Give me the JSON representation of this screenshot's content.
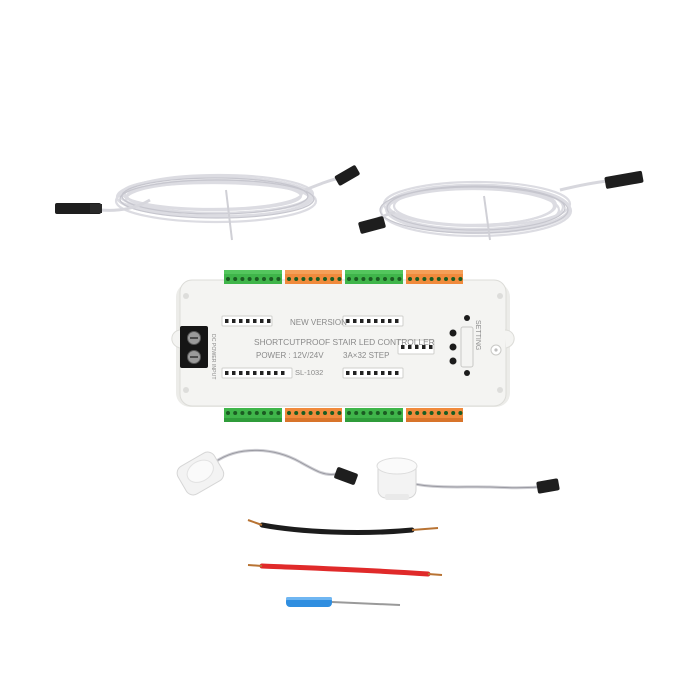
{
  "product": {
    "silkscreen": {
      "version": "NEW VERSION",
      "name": "SHORTCUTPROOF STAIR LED CONTROLLER",
      "power": "POWER : 12V/24V",
      "spec": "3A×32  STEP",
      "model": "SL-1032",
      "setting": "SETTING",
      "power_in": "DC POWER INPUT"
    }
  },
  "colors": {
    "background": "#ffffff",
    "housing": "#f2f2f0",
    "terminal_green": "#3fb54a",
    "terminal_orange": "#f08a3c",
    "cable_white": "#e9e9ec",
    "wire_red": "#e02a2a",
    "wire_black": "#1c1c1c",
    "screwdriver_blue": "#2f8ee0"
  }
}
